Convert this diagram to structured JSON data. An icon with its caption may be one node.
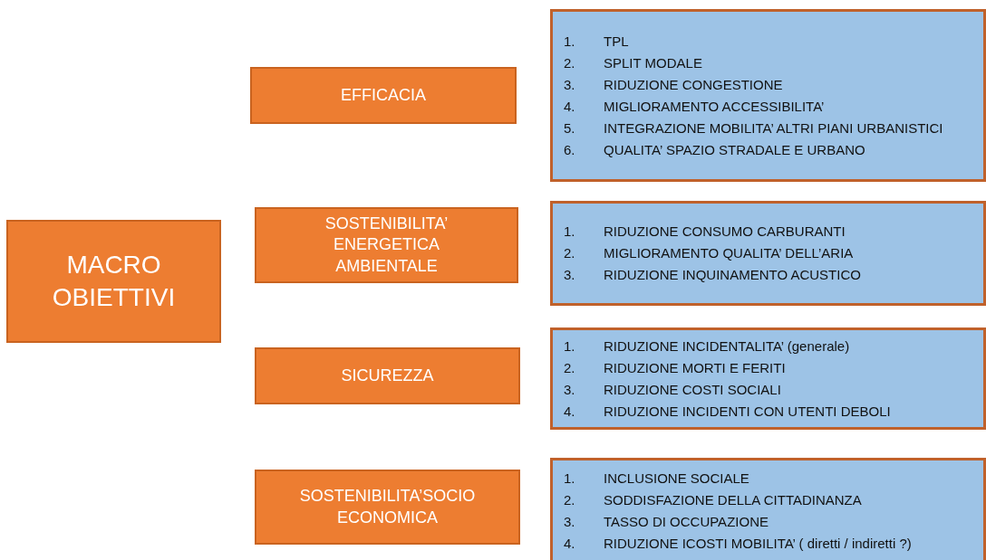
{
  "diagram": {
    "nodes": [
      {
        "text": [
          "MACRO OBIETTIVI"
        ]
      },
      {
        "text": [
          "EFFICACIA"
        ]
      },
      {
        "text": [
          "1. TPL",
          "2. SPLIT MODALE",
          "3. RIDUZIONE CONGESTIONE",
          "4. MIGLIORAMENTO ACCESSIBILITA’",
          "5. INTEGRAZIONE MOBILITA’ ALTRI PIANI URBANISTICI",
          "6. QUALITA’ SPAZIO STRADALE E URBANO"
        ]
      },
      {
        "text": [
          "SOSTENIBILITA’ ENERGETICA AMBIENTALE"
        ]
      },
      {
        "text": [
          "1. RIDUZIONE CONSUMO CARBURANTI",
          "2. MIGLIORAMENTO QUALITA’ DELL’ARIA",
          "3. RIDUZIONE INQUINAMENTO ACUSTICO"
        ]
      },
      {
        "text": [
          "SICUREZZA"
        ]
      },
      {
        "text": [
          "1. RIDUZIONE INCIDENTALITA’ (generale)",
          "2. RIDUZIONE MORTI E FERITI",
          "3. RIDUZIONE  COSTI SOCIALI",
          "4. RIDUZIONE INCIDENTI CON UTENTI DEBOLI"
        ]
      },
      {
        "text": [
          "SOSTENIBILITA’SOCIO ECONOMICA"
        ]
      },
      {
        "text": [
          "1. INCLUSIONE SOCIALE",
          "2. SODDISFAZIONE DELLA CITTADINANZA",
          "3. TASSO DI OCCUPAZIONE",
          "4. RIDUZIONE ICOSTI MOBILITA’ ( diretti / indiretti ?)"
        ]
      }
    ]
  }
}
